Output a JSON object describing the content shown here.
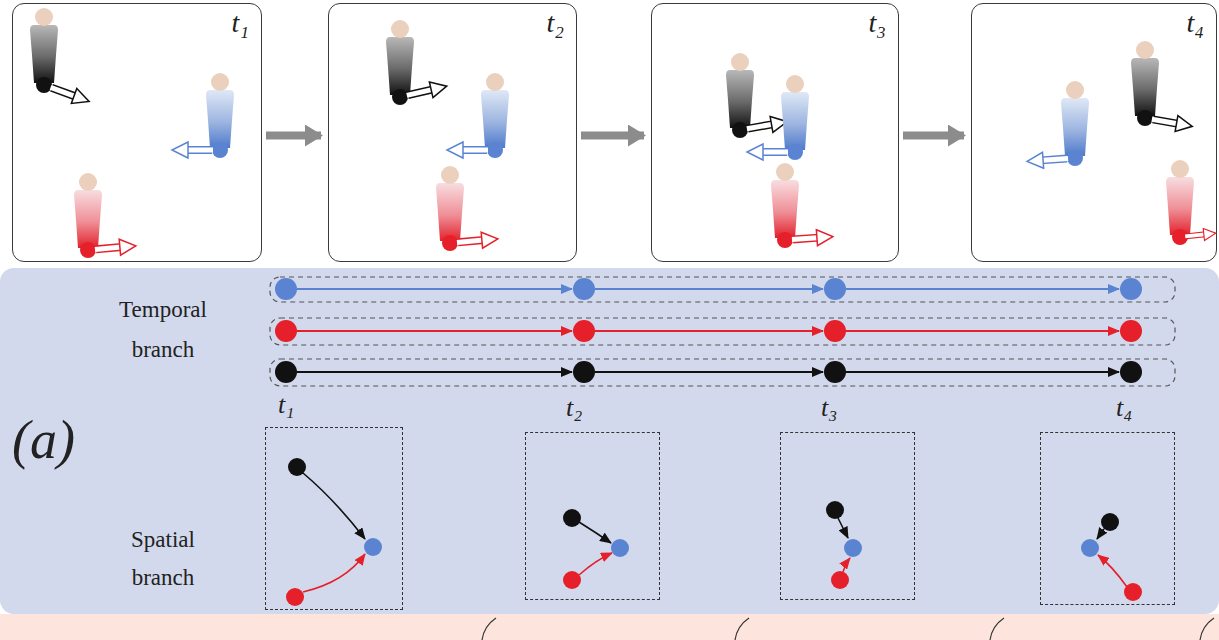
{
  "diagram": {
    "nodes": [
      {
        "text": [
          "t₁"
        ]
      },
      {
        "text": [
          "t₂"
        ]
      },
      {
        "text": [
          "t₃"
        ]
      },
      {
        "text": [
          "t₄"
        ]
      },
      {
        "text": [
          "Temporal branch",
          "(a)",
          "Spatial branch"
        ]
      },
      {
        "text": [
          "t₁"
        ],
        "in": 4
      },
      {
        "text": [
          "t₂"
        ],
        "in": 4
      },
      {
        "text": [
          "t₃"
        ],
        "in": 4
      },
      {
        "text": [
          "t₄"
        ],
        "in": 4
      }
    ],
    "edges": [
      {
        "from": 0,
        "to": 1,
        "arrow": "to"
      },
      {
        "from": 1,
        "to": 2,
        "arrow": "to"
      },
      {
        "from": 2,
        "to": 3,
        "arrow": "to"
      }
    ]
  }
}
